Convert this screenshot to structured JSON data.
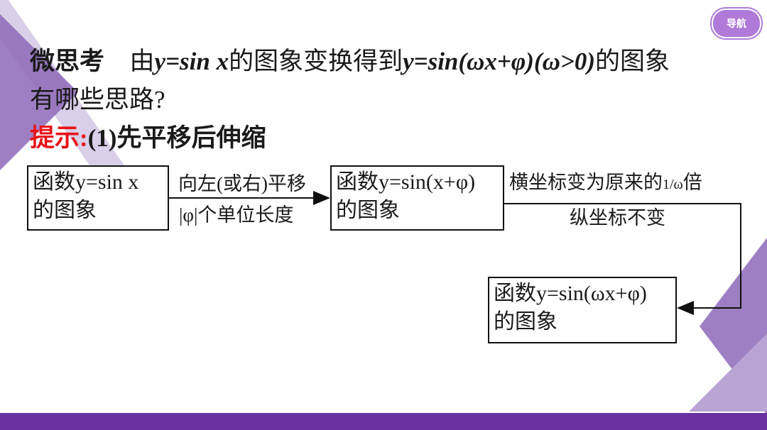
{
  "nav": {
    "label": "导航"
  },
  "question": {
    "label": "微思考",
    "text_a": "由",
    "formula_a": "y=sin x",
    "text_b": "的图象变换得到",
    "formula_b": "y=sin(ωx+φ)(ω>0)",
    "text_c": "的图象",
    "line2": "有哪些思路?"
  },
  "hint": {
    "label": "提示:",
    "text": "(1)先平移后伸缩"
  },
  "diagram": {
    "box1": {
      "line1": "函数y=sin x",
      "line2": "的图象"
    },
    "arrow1": {
      "top": "向左(或右)平移",
      "bottom": "|φ|个单位长度"
    },
    "box2": {
      "line1": "函数y=sin(x+φ)",
      "line2": "的图象"
    },
    "arrow2": {
      "top": "横坐标变为原来的",
      "fraction": "1/ω",
      "top_suffix": "倍",
      "bottom": "纵坐标不变"
    },
    "box3": {
      "line1": "函数y=sin(ωx+φ)",
      "line2": "的图象"
    }
  },
  "colors": {
    "accent": "#6a329f",
    "hint": "#e8141a",
    "nav": "#b07ad8"
  }
}
